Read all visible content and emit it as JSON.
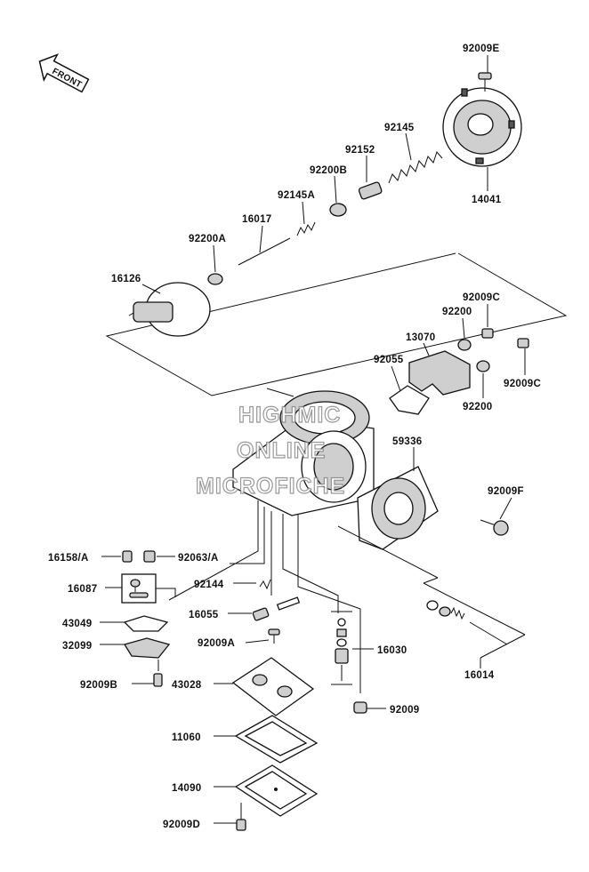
{
  "front_badge": "FRONT",
  "watermark": [
    "HIGHMIC",
    "ONLINE",
    "MICROFICHE"
  ],
  "labels": {
    "p92009E": "92009E",
    "p92145": "92145",
    "p92152": "92152",
    "p92200B": "92200B",
    "p92145A": "92145A",
    "p16017": "16017",
    "p92200A": "92200A",
    "p16126": "16126",
    "p14041": "14041",
    "p92009C_top": "92009C",
    "p92200_top": "92200",
    "p13070": "13070",
    "p92055": "92055",
    "p92009C_right": "92009C",
    "p92200_bottom": "92200",
    "p59336": "59336",
    "p92009F": "92009F",
    "p16158A": "16158/A",
    "p92063A": "92063/A",
    "p16087": "16087",
    "p92144": "92144",
    "p16055": "16055",
    "p43049": "43049",
    "p32099": "32099",
    "p92009A": "92009A",
    "p16030": "16030",
    "p16014": "16014",
    "p92009B": "92009B",
    "p43028": "43028",
    "p92009": "92009",
    "p11060": "11060",
    "p14090": "14090",
    "p92009D": "92009D"
  }
}
